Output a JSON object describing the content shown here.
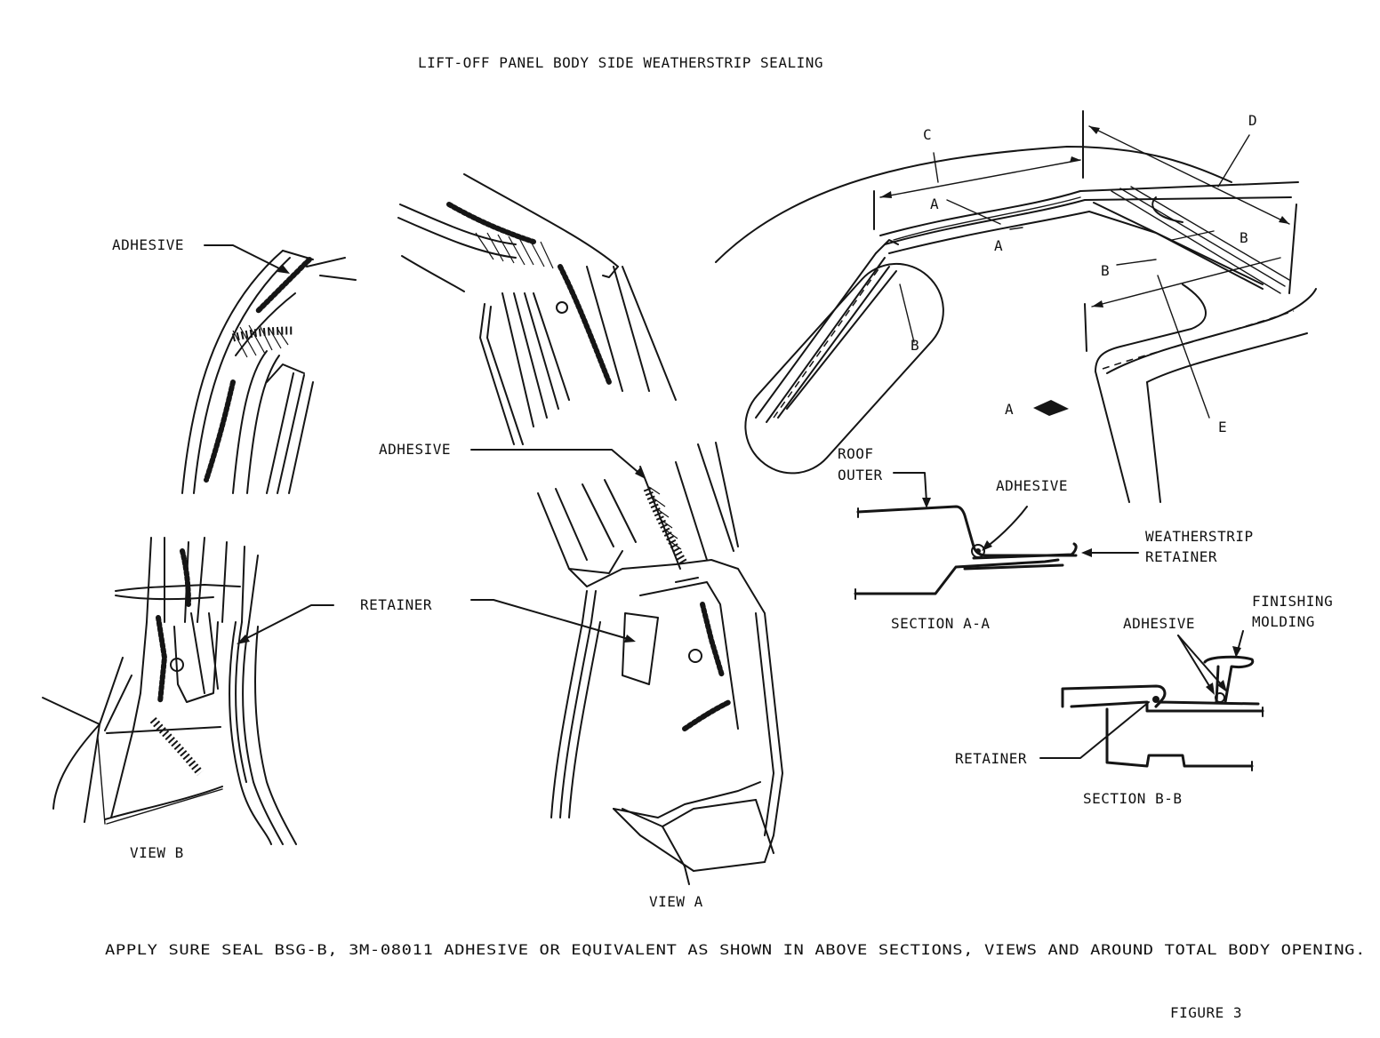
{
  "title": "LIFT-OFF PANEL BODY SIDE WEATHERSTRIP SEALING",
  "view_b": {
    "caption": "VIEW B",
    "adhesive_label": "ADHESIVE",
    "retainer_label": "RETAINER"
  },
  "view_a": {
    "caption": "VIEW A",
    "adhesive_label": "ADHESIVE"
  },
  "overview": {
    "label_c": "C",
    "label_d": "D",
    "label_a_top": "A",
    "label_a_mid": "A",
    "label_b_right": "B",
    "label_b_left": "B",
    "label_b_oval": "B",
    "label_a_arrow": "A",
    "label_e": "E"
  },
  "section_aa": {
    "caption": "SECTION A-A",
    "roof_outer_line1": "ROOF",
    "roof_outer_line2": "OUTER",
    "adhesive_label": "ADHESIVE",
    "weatherstrip_line1": "WEATHERSTRIP",
    "weatherstrip_line2": "RETAINER"
  },
  "section_bb": {
    "caption": "SECTION B-B",
    "adhesive_label": "ADHESIVE",
    "finishing_line1": "FINISHING",
    "finishing_line2": "MOLDING",
    "retainer_label": "RETAINER"
  },
  "note": "APPLY SURE SEAL BSG-B, 3M-08011 ADHESIVE OR EQUIVALENT AS SHOWN IN ABOVE SECTIONS, VIEWS AND AROUND TOTAL BODY OPENING.",
  "figure_label": "FIGURE 3",
  "colors": {
    "ink": "#151515",
    "paper": "#ffffff"
  }
}
